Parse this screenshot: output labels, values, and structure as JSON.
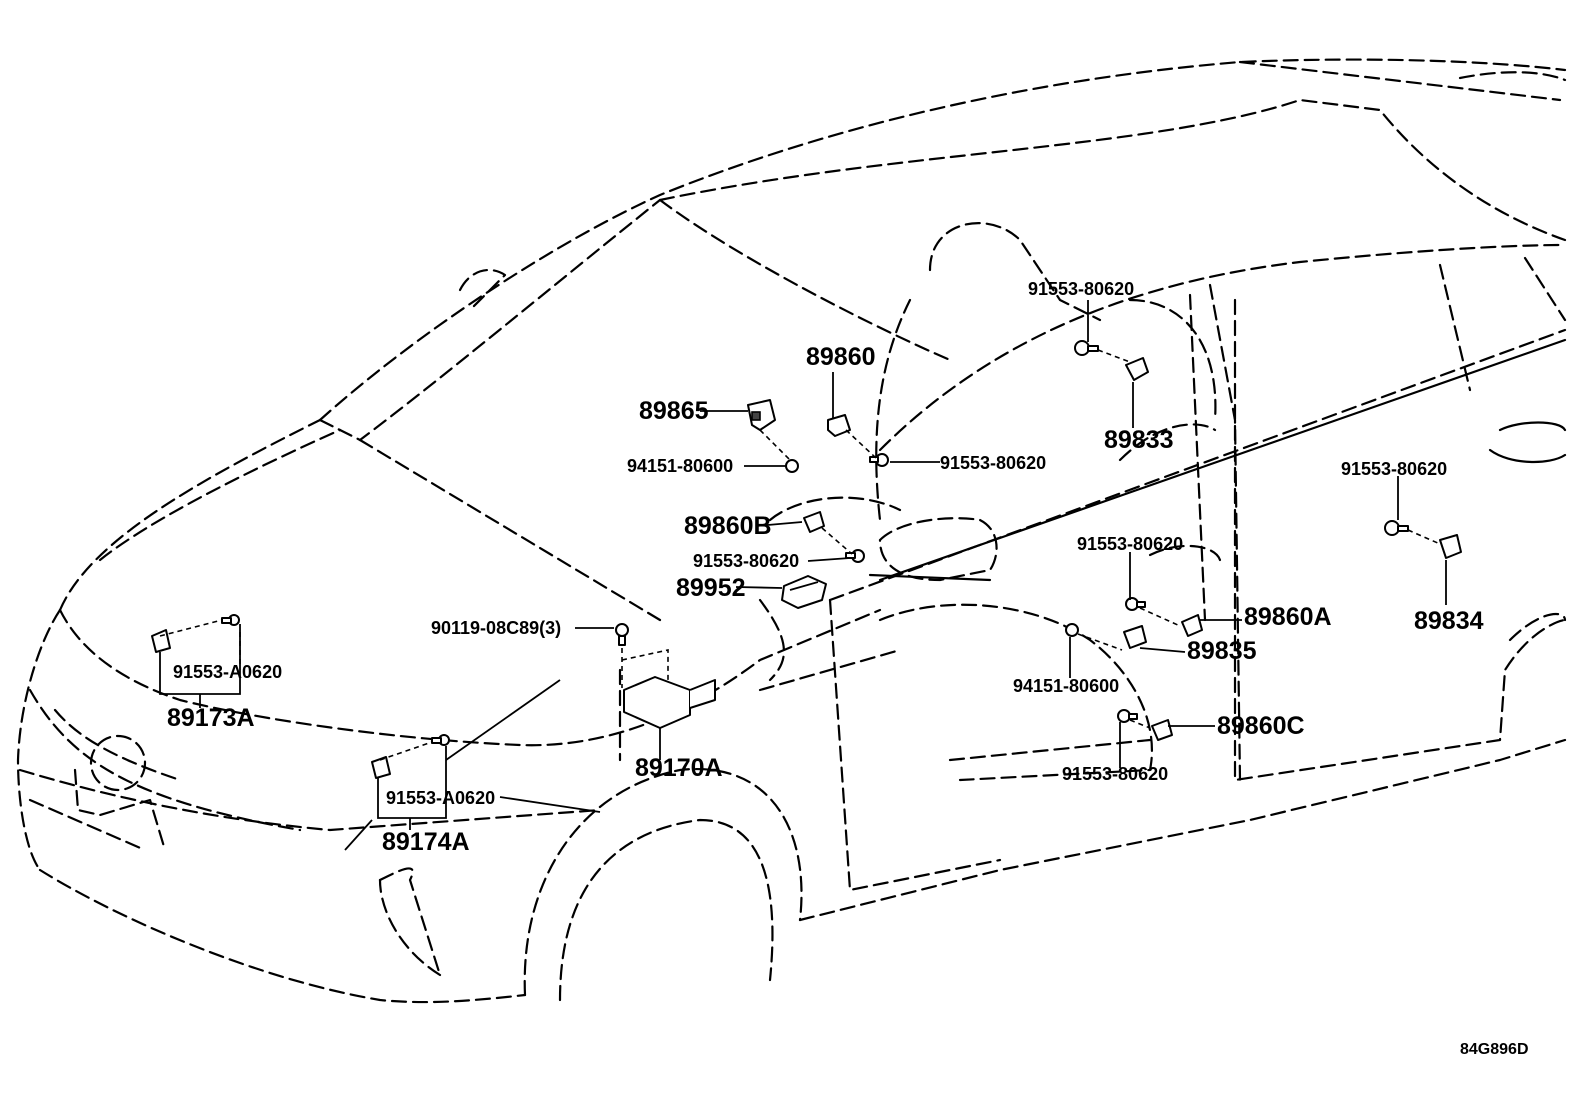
{
  "diagram": {
    "callouts": {
      "p89865": "89865",
      "p89860": "89860",
      "p89833": "89833",
      "p89860B": "89860B",
      "p89952": "89952",
      "p89834": "89834",
      "p89860A": "89860A",
      "p89835": "89835",
      "p89860C": "89860C",
      "p89173A": "89173A",
      "p89174A": "89174A",
      "p89170A": "89170A",
      "b94151_top": "94151-80600",
      "b91553_80620_roof": "91553-80620",
      "b91553_80620_pillar": "91553-80620",
      "b91553_80620_dash": "91553-80620",
      "b91553_80620_rear": "91553-80620",
      "b91553_80620_door": "91553-80620",
      "b94151_seat": "94151-80600",
      "b91553_80620_sill": "91553-80620",
      "b90119": "90119-08C89(3)",
      "b91553_A0620_left": "91553-A0620",
      "b91553_A0620_right": "91553-A0620"
    },
    "drawing_code": "84G896D"
  }
}
